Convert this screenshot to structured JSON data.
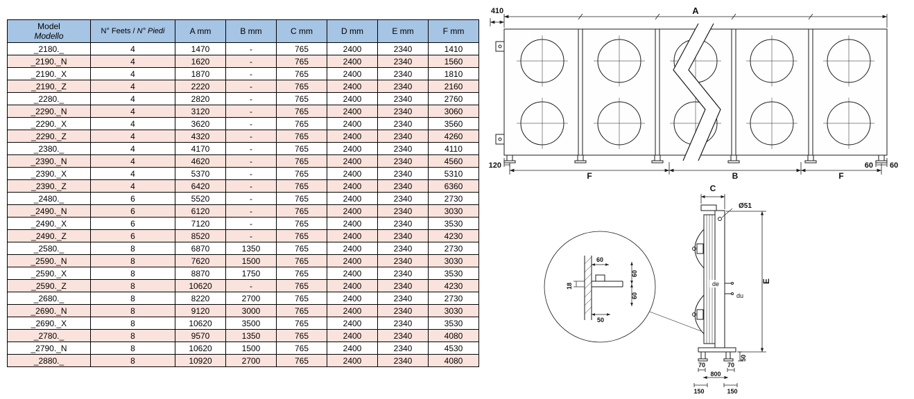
{
  "table": {
    "headers": {
      "model_line1": "Model",
      "model_line2": "Modello",
      "feets_normal": "N° Feets / ",
      "feets_italic": "N° Piedi",
      "cols": [
        "A mm",
        "B mm",
        "C mm",
        "D mm",
        "E mm",
        "F mm"
      ]
    },
    "rows": [
      [
        "_2180._",
        "4",
        "1470",
        "-",
        "765",
        "2400",
        "2340",
        "1410"
      ],
      [
        "_2190._N",
        "4",
        "1620",
        "-",
        "765",
        "2400",
        "2340",
        "1560"
      ],
      [
        "_2190._X",
        "4",
        "1870",
        "-",
        "765",
        "2400",
        "2340",
        "1810"
      ],
      [
        "_2190._Z",
        "4",
        "2220",
        "-",
        "765",
        "2400",
        "2340",
        "2160"
      ],
      [
        "_2280._",
        "4",
        "2820",
        "-",
        "765",
        "2400",
        "2340",
        "2760"
      ],
      [
        "_2290._N",
        "4",
        "3120",
        "-",
        "765",
        "2400",
        "2340",
        "3060"
      ],
      [
        "_2290._X",
        "4",
        "3620",
        "-",
        "765",
        "2400",
        "2340",
        "3560"
      ],
      [
        "_2290._Z",
        "4",
        "4320",
        "-",
        "765",
        "2400",
        "2340",
        "4260"
      ],
      [
        "_2380._",
        "4",
        "4170",
        "-",
        "765",
        "2400",
        "2340",
        "4110"
      ],
      [
        "_2390._N",
        "4",
        "4620",
        "-",
        "765",
        "2400",
        "2340",
        "4560"
      ],
      [
        "_2390._X",
        "4",
        "5370",
        "-",
        "765",
        "2400",
        "2340",
        "5310"
      ],
      [
        "_2390._Z",
        "4",
        "6420",
        "-",
        "765",
        "2400",
        "2340",
        "6360"
      ],
      [
        "_2480._",
        "6",
        "5520",
        "-",
        "765",
        "2400",
        "2340",
        "2730"
      ],
      [
        "_2490._N",
        "6",
        "6120",
        "-",
        "765",
        "2400",
        "2340",
        "3030"
      ],
      [
        "_2490._X",
        "6",
        "7120",
        "-",
        "765",
        "2400",
        "2340",
        "3530"
      ],
      [
        "_2490._Z",
        "6",
        "8520",
        "-",
        "765",
        "2400",
        "2340",
        "4230"
      ],
      [
        "_2580._",
        "8",
        "6870",
        "1350",
        "765",
        "2400",
        "2340",
        "2730"
      ],
      [
        "_2590._N",
        "8",
        "7620",
        "1500",
        "765",
        "2400",
        "2340",
        "3030"
      ],
      [
        "_2590._X",
        "8",
        "8870",
        "1750",
        "765",
        "2400",
        "2340",
        "3530"
      ],
      [
        "_2590._Z",
        "8",
        "10620",
        "-",
        "765",
        "2400",
        "2340",
        "4230"
      ],
      [
        "_2680._",
        "8",
        "8220",
        "2700",
        "765",
        "2400",
        "2340",
        "2730"
      ],
      [
        "_2690._N",
        "8",
        "9120",
        "3000",
        "765",
        "2400",
        "2340",
        "3030"
      ],
      [
        "_2690._X",
        "8",
        "10620",
        "3500",
        "765",
        "2400",
        "2340",
        "3530"
      ],
      [
        "_2780._",
        "8",
        "9570",
        "1350",
        "765",
        "2400",
        "2340",
        "4080"
      ],
      [
        "_2790._N",
        "8",
        "10620",
        "1500",
        "765",
        "2400",
        "2340",
        "4530"
      ],
      [
        "_2880._",
        "8",
        "10920",
        "2700",
        "765",
        "2400",
        "2340",
        "4080"
      ]
    ]
  },
  "front_view": {
    "dim_410": "410",
    "dim_A": "A",
    "dim_120": "120",
    "dim_F_left": "F",
    "dim_B": "B",
    "dim_F_right": "F",
    "dim_60_left": "60",
    "dim_60_right": "60"
  },
  "side_view": {
    "dim_C": "C",
    "dim_diameter": "Ø51",
    "dim_E": "E",
    "label_de": "de",
    "label_du": "du",
    "dim_70_left": "70",
    "dim_800": "800",
    "dim_70_right": "70",
    "dim_150_left": "150",
    "dim_150_right": "150",
    "dim_50_leg": "50",
    "detail": {
      "dim_60_top": "60",
      "dim_18": "18",
      "dim_60_upper": "60",
      "dim_60_lower": "60",
      "dim_50": "50"
    }
  },
  "colors": {
    "header_bg": "#a6c4e4",
    "row_alt_bg": "#fae3dd",
    "border": "#000000"
  }
}
